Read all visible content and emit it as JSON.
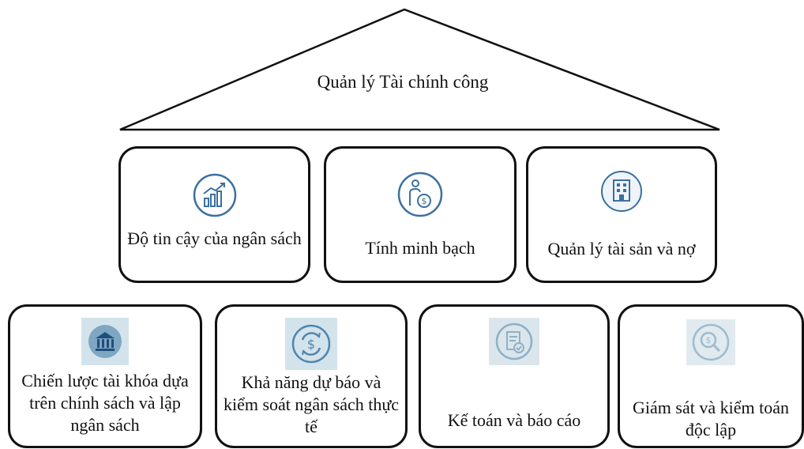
{
  "roof": {
    "title": "Quản lý Tài chính công"
  },
  "pillars": [
    {
      "label": "Độ tin cậy của ngân sách",
      "icon": "chart-growth-icon"
    },
    {
      "label": "Tính minh bạch",
      "icon": "person-money-icon"
    },
    {
      "label": "Quản lý tài sản và nợ",
      "icon": "building-icon"
    }
  ],
  "foundation": [
    {
      "label": "Chiến lược tài khóa dựa trên chính sách và lập ngân sách",
      "icon": "bank-icon"
    },
    {
      "label": "Khả năng dự báo và kiểm soát ngân sách thực tế",
      "icon": "dollar-cycle-icon"
    },
    {
      "label": "Kế toán và báo cáo",
      "icon": "document-check-icon"
    },
    {
      "label": "Giám sát và kiểm toán độc lập",
      "icon": "magnifier-dollar-icon"
    }
  ],
  "colors": {
    "icon_blue": "#3b6fa0",
    "tile_bg": "#d3e3ec",
    "outline": "#111111"
  }
}
